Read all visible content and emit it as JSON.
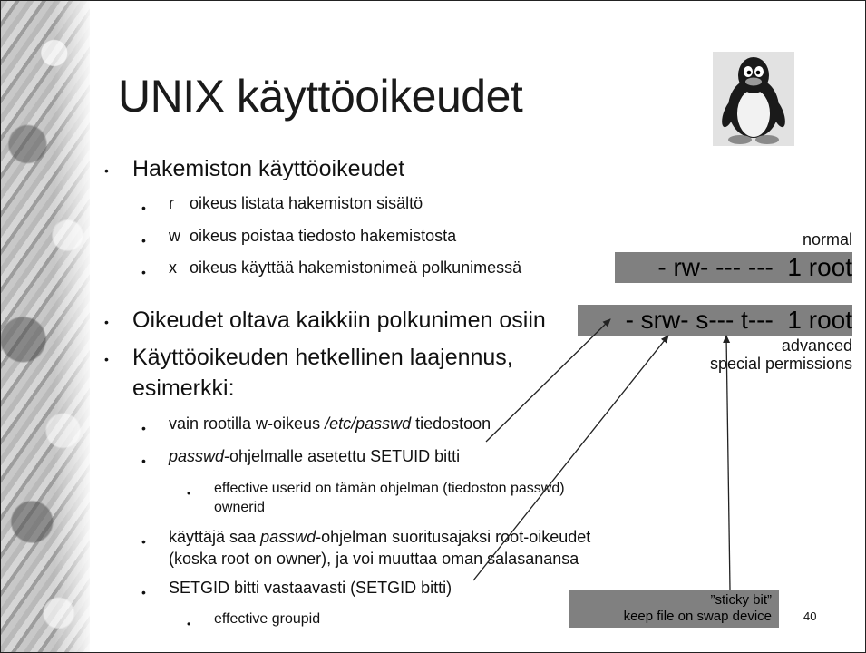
{
  "title": "UNIX käyttöoikeudet",
  "bullets": {
    "b1": "Hakemiston käyttöoikeudet",
    "b1_sub": [
      {
        "letter": "r",
        "text": "oikeus listata hakemiston sisältö"
      },
      {
        "letter": "w",
        "text": "oikeus poistaa tiedosto hakemistosta"
      },
      {
        "letter": "x",
        "text": "oikeus käyttää hakemistonimeä polkunimessä"
      }
    ],
    "b2": "Oikeudet oltava kaikkiin polkunimen osiin",
    "b3_line1": "Käyttöoikeuden hetkellinen laajennus,",
    "b3_line2": "esimerkki:",
    "b3_sub1_pre": "vain rootilla w-oikeus ",
    "b3_sub1_em": "/etc/passwd",
    "b3_sub1_post": " tiedostoon",
    "b3_sub2_em": "passwd",
    "b3_sub2_post": "-ohjelmalle asetettu SETUID bitti",
    "b3_sub2_sub_line1": "effective userid on tämän ohjelman (tiedoston passwd)",
    "b3_sub2_sub_line2": "ownerid",
    "b3_sub3_pre": "käyttäjä saa ",
    "b3_sub3_em": "passwd",
    "b3_sub3_post": "-ohjelman suoritusajaksi root-oikeudet",
    "b3_sub3_line2": "(koska root on owner), ja voi muuttaa oman salasanansa",
    "b3_sub4": "SETGID bitti vastaavasti (SETGID bitti)",
    "b3_sub4_sub": "effective groupid"
  },
  "callouts": {
    "normal_label": "normal",
    "normal_perm": "- rw- --- ---  1 root",
    "advanced_perm": "- srw- s--- t---  1 root",
    "advanced_label_line1": "advanced",
    "advanced_label_line2": "special permissions",
    "sticky_line1": "”sticky bit”",
    "sticky_line2": "keep file on swap device"
  },
  "page_number": "40",
  "icons": {
    "mascot": "tux-penguin-icon"
  }
}
